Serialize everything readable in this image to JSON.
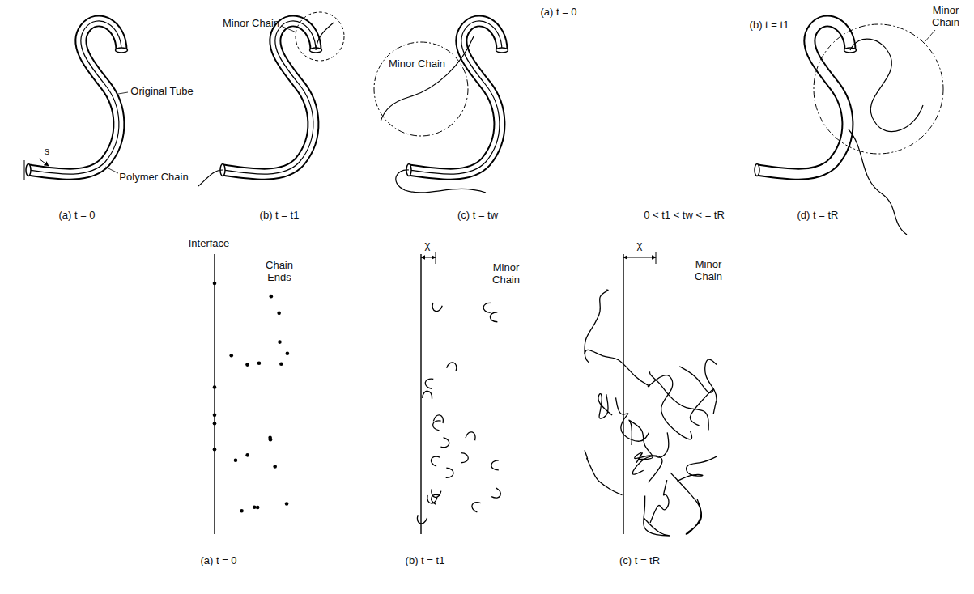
{
  "diagram": {
    "labels": [
      "Original Tube",
      "Polymer Chain",
      "s",
      "(a) t = 0",
      "Minor Chain",
      "(b) t = t1",
      "(a) t = 0",
      "Minor Chain",
      "(c) t = tw",
      "0 < t1 < tw < = tR",
      "(b) t = t1",
      "Minor Chain",
      "(d) t = tR",
      "Interface",
      "Chain Ends",
      "(a) t = 0",
      "χ",
      "Minor Chain",
      "(b) t = t1",
      "χ",
      "Minor Chain",
      "(c) t = tR"
    ]
  }
}
